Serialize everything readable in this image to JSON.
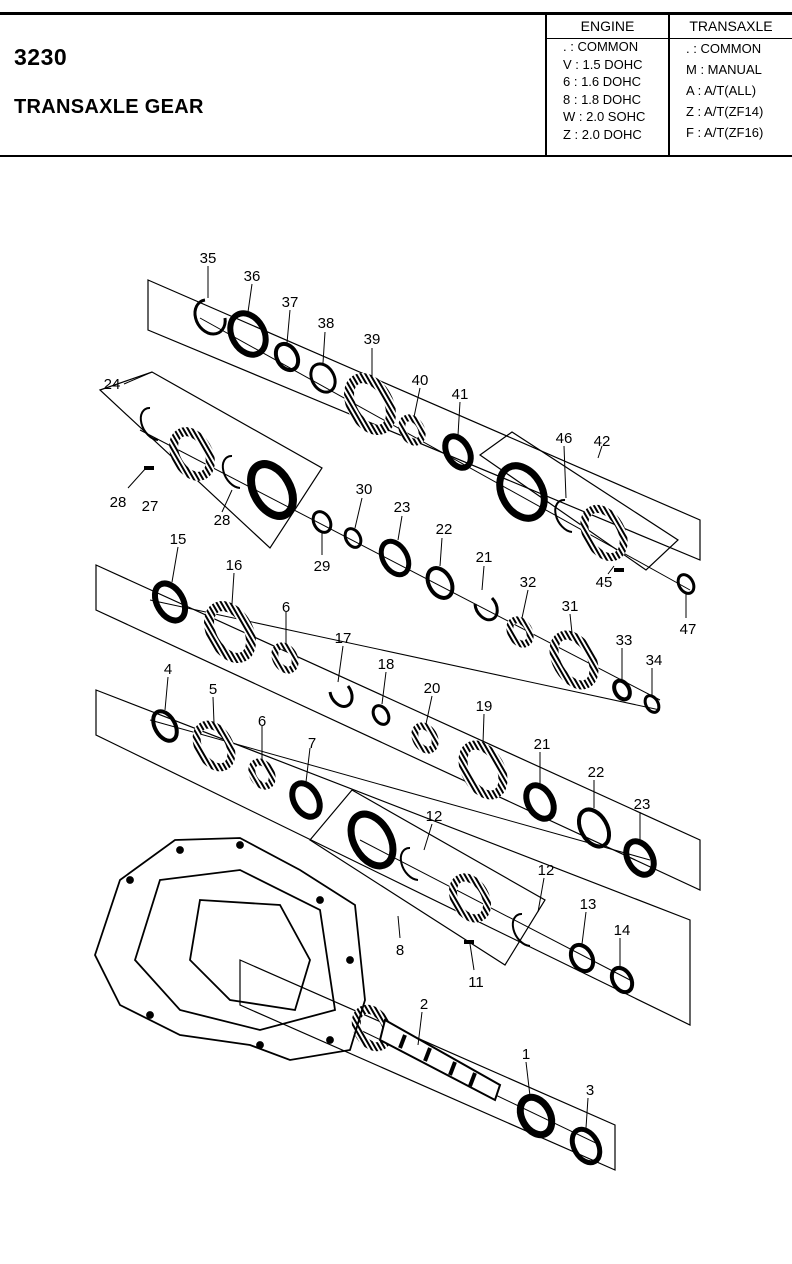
{
  "header": {
    "code": "3230",
    "title": "TRANSAXLE GEAR",
    "engine": {
      "heading": "ENGINE",
      "rows": [
        ". : COMMON",
        "V : 1.5 DOHC",
        "6 : 1.6 DOHC",
        "8 : 1.8 DOHC",
        "W : 2.0 SOHC",
        "Z : 2.0 DOHC"
      ]
    },
    "transaxle": {
      "heading": "TRANSAXLE",
      "rows": [
        ". : COMMON",
        "M : MANUAL",
        "A : A/T(ALL)",
        "Z : A/T(ZF14)",
        "F : A/T(ZF16)"
      ]
    }
  },
  "callouts": {
    "c35": "35",
    "c36": "36",
    "c37": "37",
    "c38": "38",
    "c39": "39",
    "c40": "40",
    "c41": "41",
    "c24": "24",
    "c28a": "28",
    "c27": "27",
    "c28b": "28",
    "c29": "29",
    "c30": "30",
    "c23a": "23",
    "c22a": "22",
    "c21a": "21",
    "c32": "32",
    "c31": "31",
    "c46": "46",
    "c42": "42",
    "c45": "45",
    "c47": "47",
    "c15": "15",
    "c16": "16",
    "c6a": "6",
    "c17": "17",
    "c18": "18",
    "c20": "20",
    "c19": "19",
    "c33": "33",
    "c34": "34",
    "c4": "4",
    "c5": "5",
    "c6b": "6",
    "c7": "7",
    "c21b": "21",
    "c22b": "22",
    "c23b": "23",
    "c12a": "12",
    "c12b": "12",
    "c13": "13",
    "c14": "14",
    "c8": "8",
    "c11": "11",
    "c2": "2",
    "c1": "1",
    "c3": "3"
  }
}
